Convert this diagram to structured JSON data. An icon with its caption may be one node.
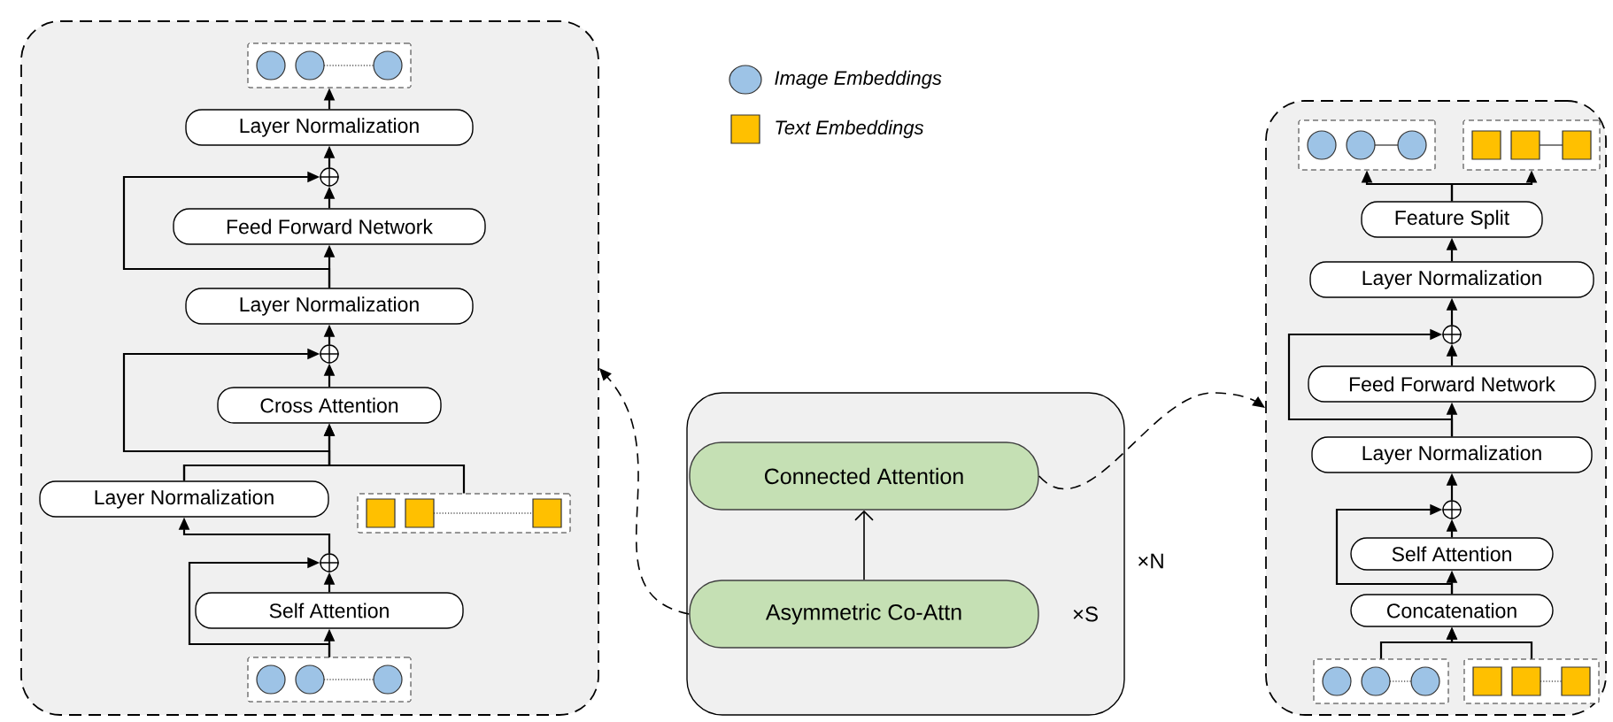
{
  "diagram": {
    "nodes": [
      {
        "text": [],
        "shape": "box"
      },
      {
        "text": [],
        "shape": "box",
        "in": 0
      },
      {
        "text": [
          "Layer Normalization"
        ],
        "in": 0
      },
      {
        "text": [],
        "shape": "circle",
        "in": 0
      },
      {
        "text": [
          "Feed Forward Network"
        ],
        "in": 0
      },
      {
        "text": [
          "Layer Normalization"
        ],
        "in": 0
      },
      {
        "text": [],
        "shape": "circle",
        "in": 0
      },
      {
        "text": [
          "Cross Attention"
        ],
        "in": 0
      },
      {
        "text": [
          "Layer Normalization"
        ],
        "in": 0
      },
      {
        "text": [],
        "shape": "box",
        "in": 0
      },
      {
        "text": [],
        "shape": "circle",
        "in": 0
      },
      {
        "text": [
          "Self Attention"
        ],
        "in": 0
      },
      {
        "text": [],
        "shape": "box",
        "in": 0
      },
      {
        "text": [],
        "shape": "box"
      },
      {
        "text": [
          "Connected Attention"
        ],
        "in": 13
      },
      {
        "text": [
          "Asymmetric Co-Attn"
        ],
        "in": 13
      },
      {
        "text": [],
        "shape": "box"
      },
      {
        "text": [],
        "shape": "box",
        "in": 16
      },
      {
        "text": [],
        "shape": "box",
        "in": 16
      },
      {
        "text": [
          "Feature Split"
        ],
        "in": 16
      },
      {
        "text": [
          "Layer Normalization"
        ],
        "in": 16
      },
      {
        "text": [],
        "shape": "circle",
        "in": 16
      },
      {
        "text": [
          "Feed Forward Network"
        ],
        "in": 16
      },
      {
        "text": [
          "Layer Normalization"
        ],
        "in": 16
      },
      {
        "text": [],
        "shape": "circle",
        "in": 16
      },
      {
        "text": [
          "Self Attention"
        ],
        "in": 16
      },
      {
        "text": [
          "Concatenation"
        ],
        "in": 16
      },
      {
        "text": [],
        "shape": "box",
        "in": 16
      },
      {
        "text": [],
        "shape": "box",
        "in": 16
      }
    ],
    "edges": [
      {
        "from": 12,
        "to": 11,
        "arrow": "to"
      },
      {
        "from": 11,
        "to": 10,
        "arrow": "to"
      },
      {
        "from": 12,
        "to": 10,
        "arrow": "to"
      },
      {
        "from": 10,
        "to": 8,
        "arrow": "to"
      },
      {
        "from": 8,
        "to": 7,
        "arrow": "to"
      },
      {
        "from": 9,
        "to": 7,
        "arrow": "to"
      },
      {
        "from": 8,
        "to": 6,
        "arrow": "to"
      },
      {
        "from": 7,
        "to": 6,
        "arrow": "to"
      },
      {
        "from": 6,
        "to": 5,
        "arrow": "to"
      },
      {
        "from": 5,
        "to": 4,
        "arrow": "to"
      },
      {
        "from": 5,
        "to": 3,
        "arrow": "to"
      },
      {
        "from": 4,
        "to": 3,
        "arrow": "to"
      },
      {
        "from": 3,
        "to": 2,
        "arrow": "to"
      },
      {
        "from": 2,
        "to": 1,
        "arrow": "to"
      },
      {
        "from": 15,
        "to": 14,
        "arrow": "to"
      },
      {
        "from": 15,
        "to": 0,
        "arrow": "to",
        "style": "dashed"
      },
      {
        "from": 14,
        "to": 16,
        "arrow": "to",
        "style": "dashed"
      },
      {
        "from": 27,
        "to": 26,
        "arrow": "to"
      },
      {
        "from": 28,
        "to": 26,
        "arrow": "to"
      },
      {
        "from": 26,
        "to": 25,
        "arrow": "to"
      },
      {
        "from": 26,
        "to": 24,
        "arrow": "to"
      },
      {
        "from": 25,
        "to": 24,
        "arrow": "to"
      },
      {
        "from": 24,
        "to": 23,
        "arrow": "to"
      },
      {
        "from": 23,
        "to": 22,
        "arrow": "to"
      },
      {
        "from": 23,
        "to": 21,
        "arrow": "to"
      },
      {
        "from": 22,
        "to": 21,
        "arrow": "to"
      },
      {
        "from": 21,
        "to": 20,
        "arrow": "to"
      },
      {
        "from": 20,
        "to": 19,
        "arrow": "to"
      },
      {
        "from": 19,
        "to": 17,
        "arrow": "to"
      },
      {
        "from": 19,
        "to": 18,
        "arrow": "to"
      }
    ],
    "labels": [
      "×S",
      "×N"
    ],
    "legend": [
      {
        "text": "Image Embeddings",
        "color": "#9dc3e6"
      },
      {
        "text": "Text Embeddings",
        "color": "#ffc000"
      }
    ]
  }
}
